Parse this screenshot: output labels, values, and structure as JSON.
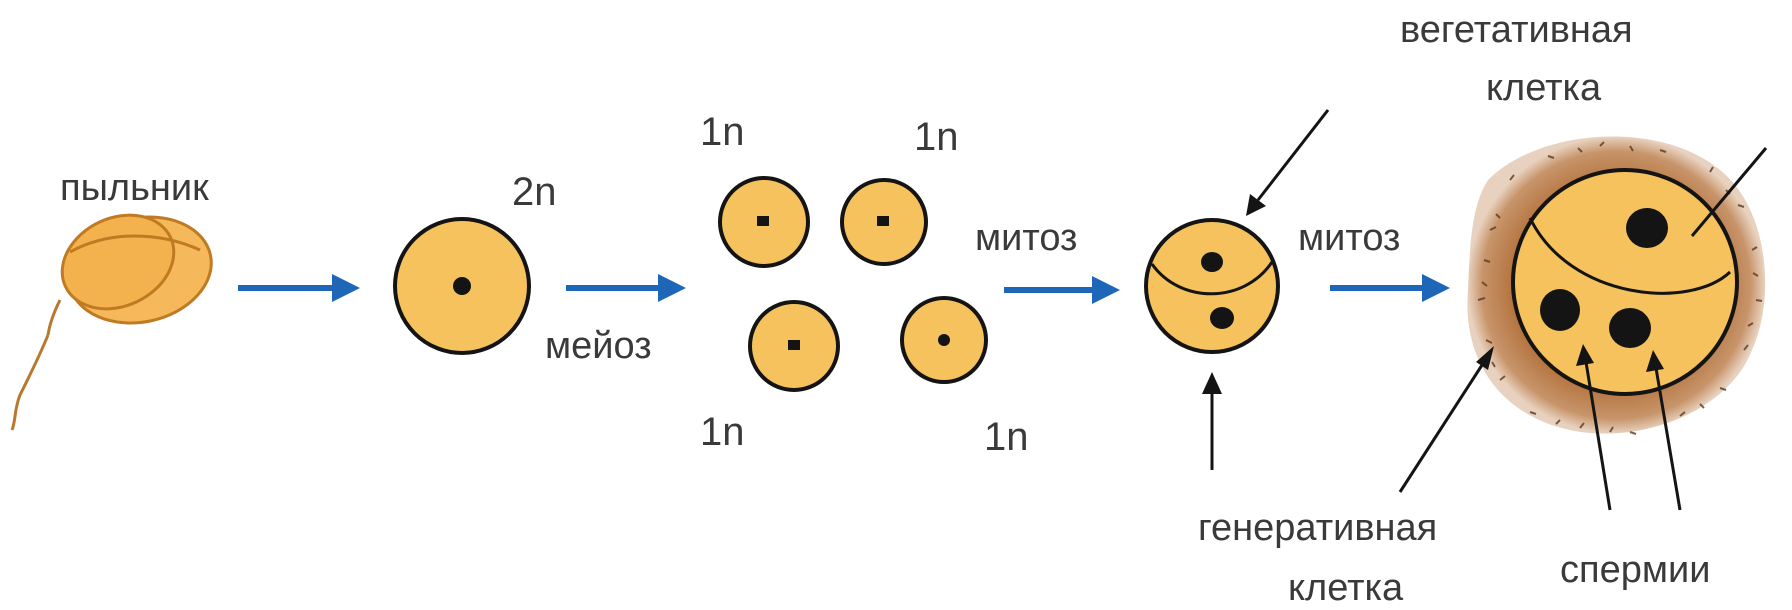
{
  "labels": {
    "anther": "пыльник",
    "diploid": "2n",
    "meiosis": "мейоз",
    "haploid_tl": "1n",
    "haploid_tr": "1n",
    "haploid_bl": "1n",
    "haploid_br": "1n",
    "mitosis_1": "митоз",
    "mitosis_2": "митоз",
    "vegetative_line1": "вегетативная",
    "vegetative_line2": "клетка",
    "generative_line1": "генеративная",
    "generative_line2": "клетка",
    "sperm": "спермии"
  },
  "colors": {
    "cell_fill": "#f5c25e",
    "arrow_blue": "#1e66b8",
    "pollen_coat": "#b0703c",
    "outline": "#141414"
  }
}
